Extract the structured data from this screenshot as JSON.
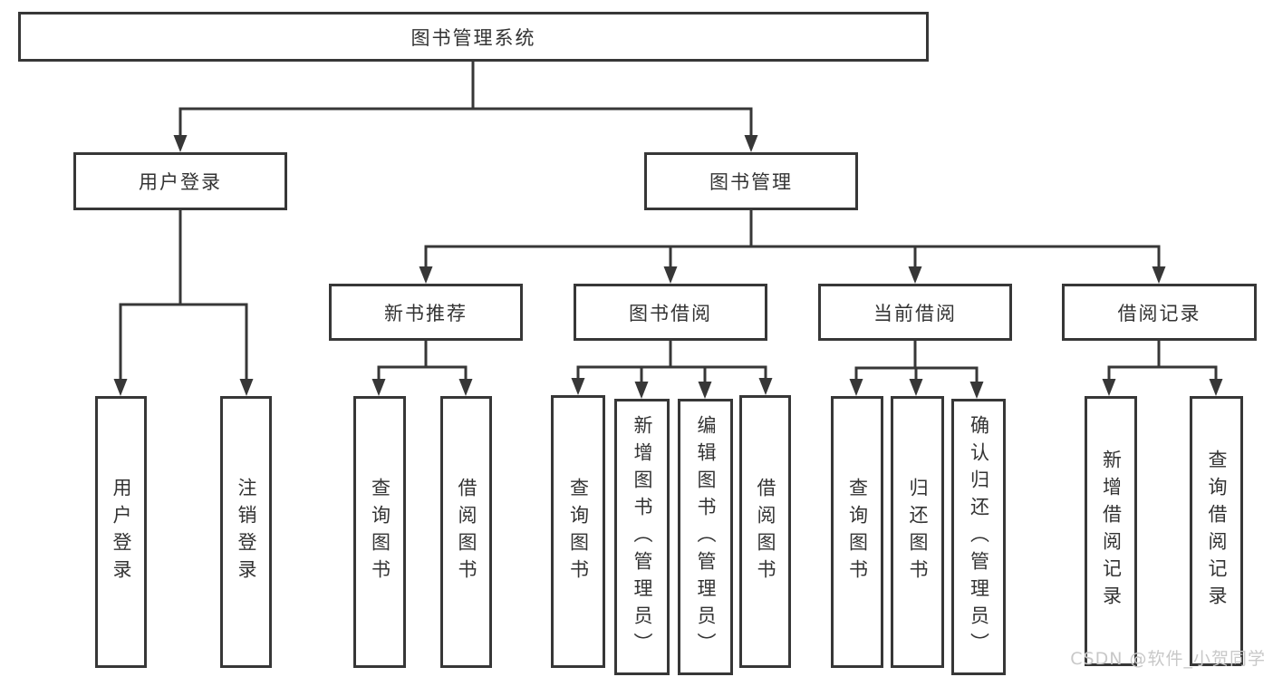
{
  "diagram": {
    "title": "图书管理系统",
    "root": {
      "label": "图书管理系统"
    },
    "level2": [
      {
        "label": "用户登录"
      },
      {
        "label": "图书管理"
      }
    ],
    "level3": [
      {
        "label": "新书推荐"
      },
      {
        "label": "图书借阅"
      },
      {
        "label": "当前借阅"
      },
      {
        "label": "借阅记录"
      }
    ],
    "leaves": {
      "user_login": [
        "用户登录",
        "注销登录"
      ],
      "new_books": [
        "查询图书",
        "借阅图书"
      ],
      "book_borrow": [
        "查询图书",
        "新增图书（管理员）",
        "编辑图书（管理员）",
        "借阅图书"
      ],
      "current_borrow": [
        "查询图书",
        "归还图书",
        "确认归还（管理员）"
      ],
      "borrow_records": [
        "新增借阅记录",
        "查询借阅记录"
      ]
    }
  },
  "watermark": {
    "text": "CSDN @软件_小贺同学"
  },
  "colors": {
    "line": "#373737",
    "text": "#333333",
    "watermark": "#c8c8c8",
    "background": "#ffffff"
  }
}
